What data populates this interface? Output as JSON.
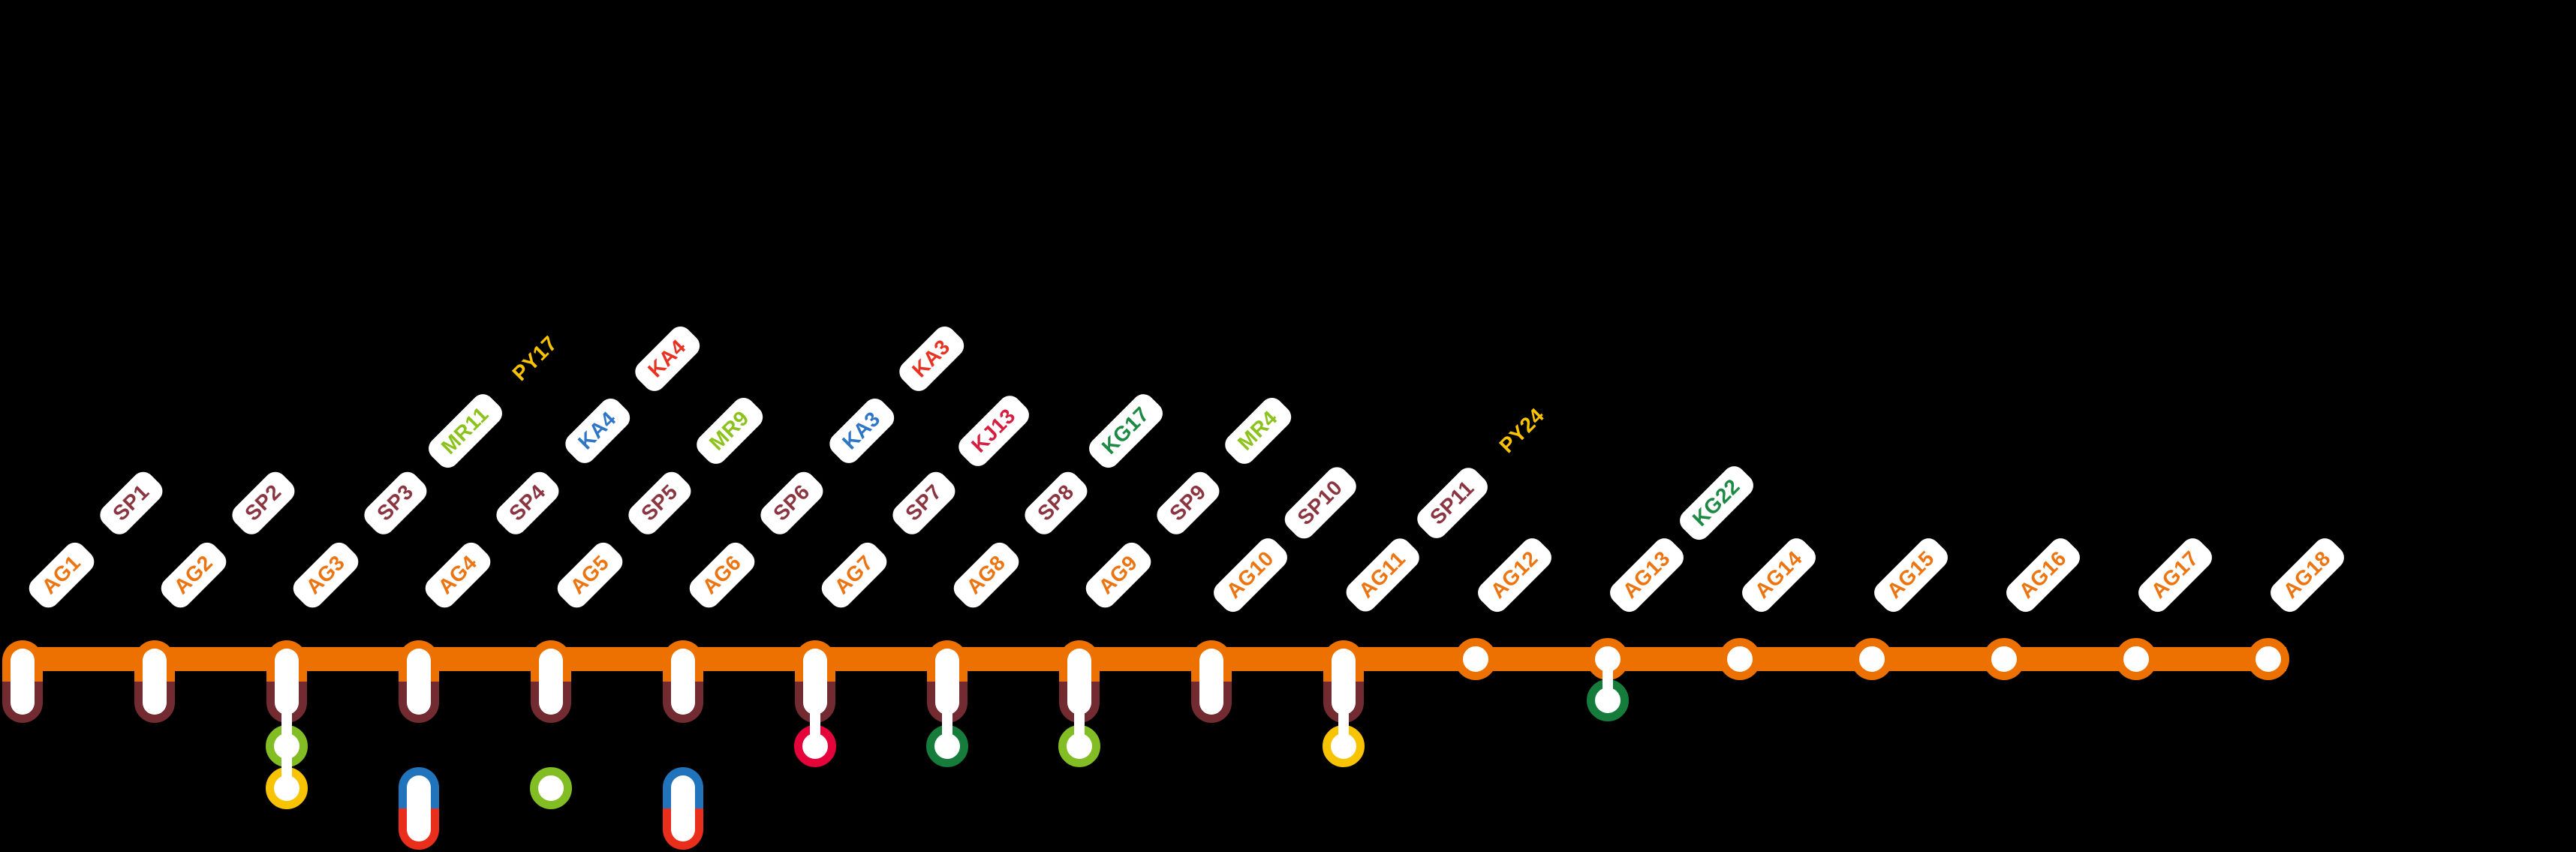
{
  "diagram": {
    "type": "metro-line-map",
    "background": "#000000",
    "line_code": "AG",
    "palette": {
      "ag": "#ED7100",
      "ag_text": "#EC7512",
      "sp": "#722B31",
      "sp_text": "#8A3540",
      "mr": "#82BD23",
      "mr_text": "#8CC21C",
      "py": "#F8C301",
      "py_text": "#F8C301",
      "ka_blue": "#2173BB",
      "ka_blue_text": "#2F77C6",
      "ka_red": "#E92F1B",
      "ka_red_text": "#E93322",
      "kj": "#E4033A",
      "kj_text": "#D61E41",
      "kg": "#157C3C",
      "kg_text": "#1C8A43",
      "white": "#FFFFFF"
    },
    "stations": [
      {
        "id": "AG1",
        "marker": "interchange",
        "labels": [
          {
            "text": "AG1",
            "line": "ag",
            "badge": true
          },
          {
            "text": "SP1",
            "line": "sp",
            "badge": true
          }
        ],
        "below": []
      },
      {
        "id": "AG2",
        "marker": "interchange",
        "labels": [
          {
            "text": "AG2",
            "line": "ag",
            "badge": true
          },
          {
            "text": "SP2",
            "line": "sp",
            "badge": true
          }
        ],
        "below": []
      },
      {
        "id": "AG3",
        "marker": "interchange",
        "labels": [
          {
            "text": "AG3",
            "line": "ag",
            "badge": true
          },
          {
            "text": "SP3",
            "line": "sp",
            "badge": true
          },
          {
            "text": "MR11",
            "line": "mr",
            "badge": true
          },
          {
            "text": "PY17",
            "line": "py",
            "badge": false
          }
        ],
        "below": [
          {
            "type": "ring",
            "line": "mr",
            "row": 1,
            "connected": true
          },
          {
            "type": "ring",
            "line": "py",
            "row": 2,
            "connected": true
          }
        ]
      },
      {
        "id": "AG4",
        "marker": "interchange",
        "labels": [
          {
            "text": "AG4",
            "line": "ag",
            "badge": true
          },
          {
            "text": "SP4",
            "line": "sp",
            "badge": true
          },
          {
            "text": "KA4",
            "line": "ka_blue",
            "badge": true
          },
          {
            "text": "KA4",
            "line": "ka_red",
            "badge": true
          }
        ],
        "below": [
          {
            "type": "pill",
            "line_top": "ka_blue",
            "line_bottom": "ka_red",
            "row": 2,
            "connected": false
          }
        ]
      },
      {
        "id": "AG5",
        "marker": "interchange",
        "labels": [
          {
            "text": "AG5",
            "line": "ag",
            "badge": true
          },
          {
            "text": "SP5",
            "line": "sp",
            "badge": true
          },
          {
            "text": "MR9",
            "line": "mr",
            "badge": true
          }
        ],
        "below": [
          {
            "type": "ring",
            "line": "mr",
            "row": 2,
            "connected": false
          }
        ]
      },
      {
        "id": "AG6",
        "marker": "interchange",
        "labels": [
          {
            "text": "AG6",
            "line": "ag",
            "badge": true
          },
          {
            "text": "SP6",
            "line": "sp",
            "badge": true
          },
          {
            "text": "KA3",
            "line": "ka_blue",
            "badge": true
          },
          {
            "text": "KA3",
            "line": "ka_red",
            "badge": true
          }
        ],
        "below": [
          {
            "type": "pill",
            "line_top": "ka_blue",
            "line_bottom": "ka_red",
            "row": 2,
            "connected": false
          }
        ]
      },
      {
        "id": "AG7",
        "marker": "interchange",
        "labels": [
          {
            "text": "AG7",
            "line": "ag",
            "badge": true
          },
          {
            "text": "SP7",
            "line": "sp",
            "badge": true
          },
          {
            "text": "KJ13",
            "line": "kj",
            "badge": true
          }
        ],
        "below": [
          {
            "type": "ring",
            "line": "kj",
            "row": 1,
            "connected": true
          }
        ]
      },
      {
        "id": "AG8",
        "marker": "interchange",
        "labels": [
          {
            "text": "AG8",
            "line": "ag",
            "badge": true
          },
          {
            "text": "SP8",
            "line": "sp",
            "badge": true
          },
          {
            "text": "KG17",
            "line": "kg",
            "badge": true
          }
        ],
        "below": [
          {
            "type": "ring",
            "line": "kg",
            "row": 1,
            "connected": true
          }
        ]
      },
      {
        "id": "AG9",
        "marker": "interchange",
        "labels": [
          {
            "text": "AG9",
            "line": "ag",
            "badge": true
          },
          {
            "text": "SP9",
            "line": "sp",
            "badge": true
          },
          {
            "text": "MR4",
            "line": "mr",
            "badge": true
          }
        ],
        "below": [
          {
            "type": "ring",
            "line": "mr",
            "row": 1,
            "connected": true
          }
        ]
      },
      {
        "id": "AG10",
        "marker": "interchange",
        "labels": [
          {
            "text": "AG10",
            "line": "ag",
            "badge": true
          },
          {
            "text": "SP10",
            "line": "sp",
            "badge": true
          }
        ],
        "below": []
      },
      {
        "id": "AG11",
        "marker": "interchange",
        "labels": [
          {
            "text": "AG11",
            "line": "ag",
            "badge": true
          },
          {
            "text": "SP11",
            "line": "sp",
            "badge": true
          },
          {
            "text": "PY24",
            "line": "py",
            "badge": false
          }
        ],
        "below": [
          {
            "type": "ring",
            "line": "py",
            "row": 1,
            "connected": true
          }
        ]
      },
      {
        "id": "AG12",
        "marker": "circle",
        "labels": [
          {
            "text": "AG12",
            "line": "ag",
            "badge": true
          }
        ],
        "below": []
      },
      {
        "id": "AG13",
        "marker": "circle",
        "labels": [
          {
            "text": "AG13",
            "line": "ag",
            "badge": true
          },
          {
            "text": "KG22",
            "line": "kg",
            "badge": true
          }
        ],
        "below": [
          {
            "type": "ring",
            "line": "kg",
            "row": 0,
            "connected": true
          }
        ]
      },
      {
        "id": "AG14",
        "marker": "circle",
        "labels": [
          {
            "text": "AG14",
            "line": "ag",
            "badge": true
          }
        ],
        "below": []
      },
      {
        "id": "AG15",
        "marker": "circle",
        "labels": [
          {
            "text": "AG15",
            "line": "ag",
            "badge": true
          }
        ],
        "below": []
      },
      {
        "id": "AG16",
        "marker": "circle",
        "labels": [
          {
            "text": "AG16",
            "line": "ag",
            "badge": true
          }
        ],
        "below": []
      },
      {
        "id": "AG17",
        "marker": "circle",
        "labels": [
          {
            "text": "AG17",
            "line": "ag",
            "badge": true
          }
        ],
        "below": []
      },
      {
        "id": "AG18",
        "marker": "circle",
        "labels": [
          {
            "text": "AG18",
            "line": "ag",
            "badge": true
          }
        ],
        "below": []
      }
    ]
  }
}
